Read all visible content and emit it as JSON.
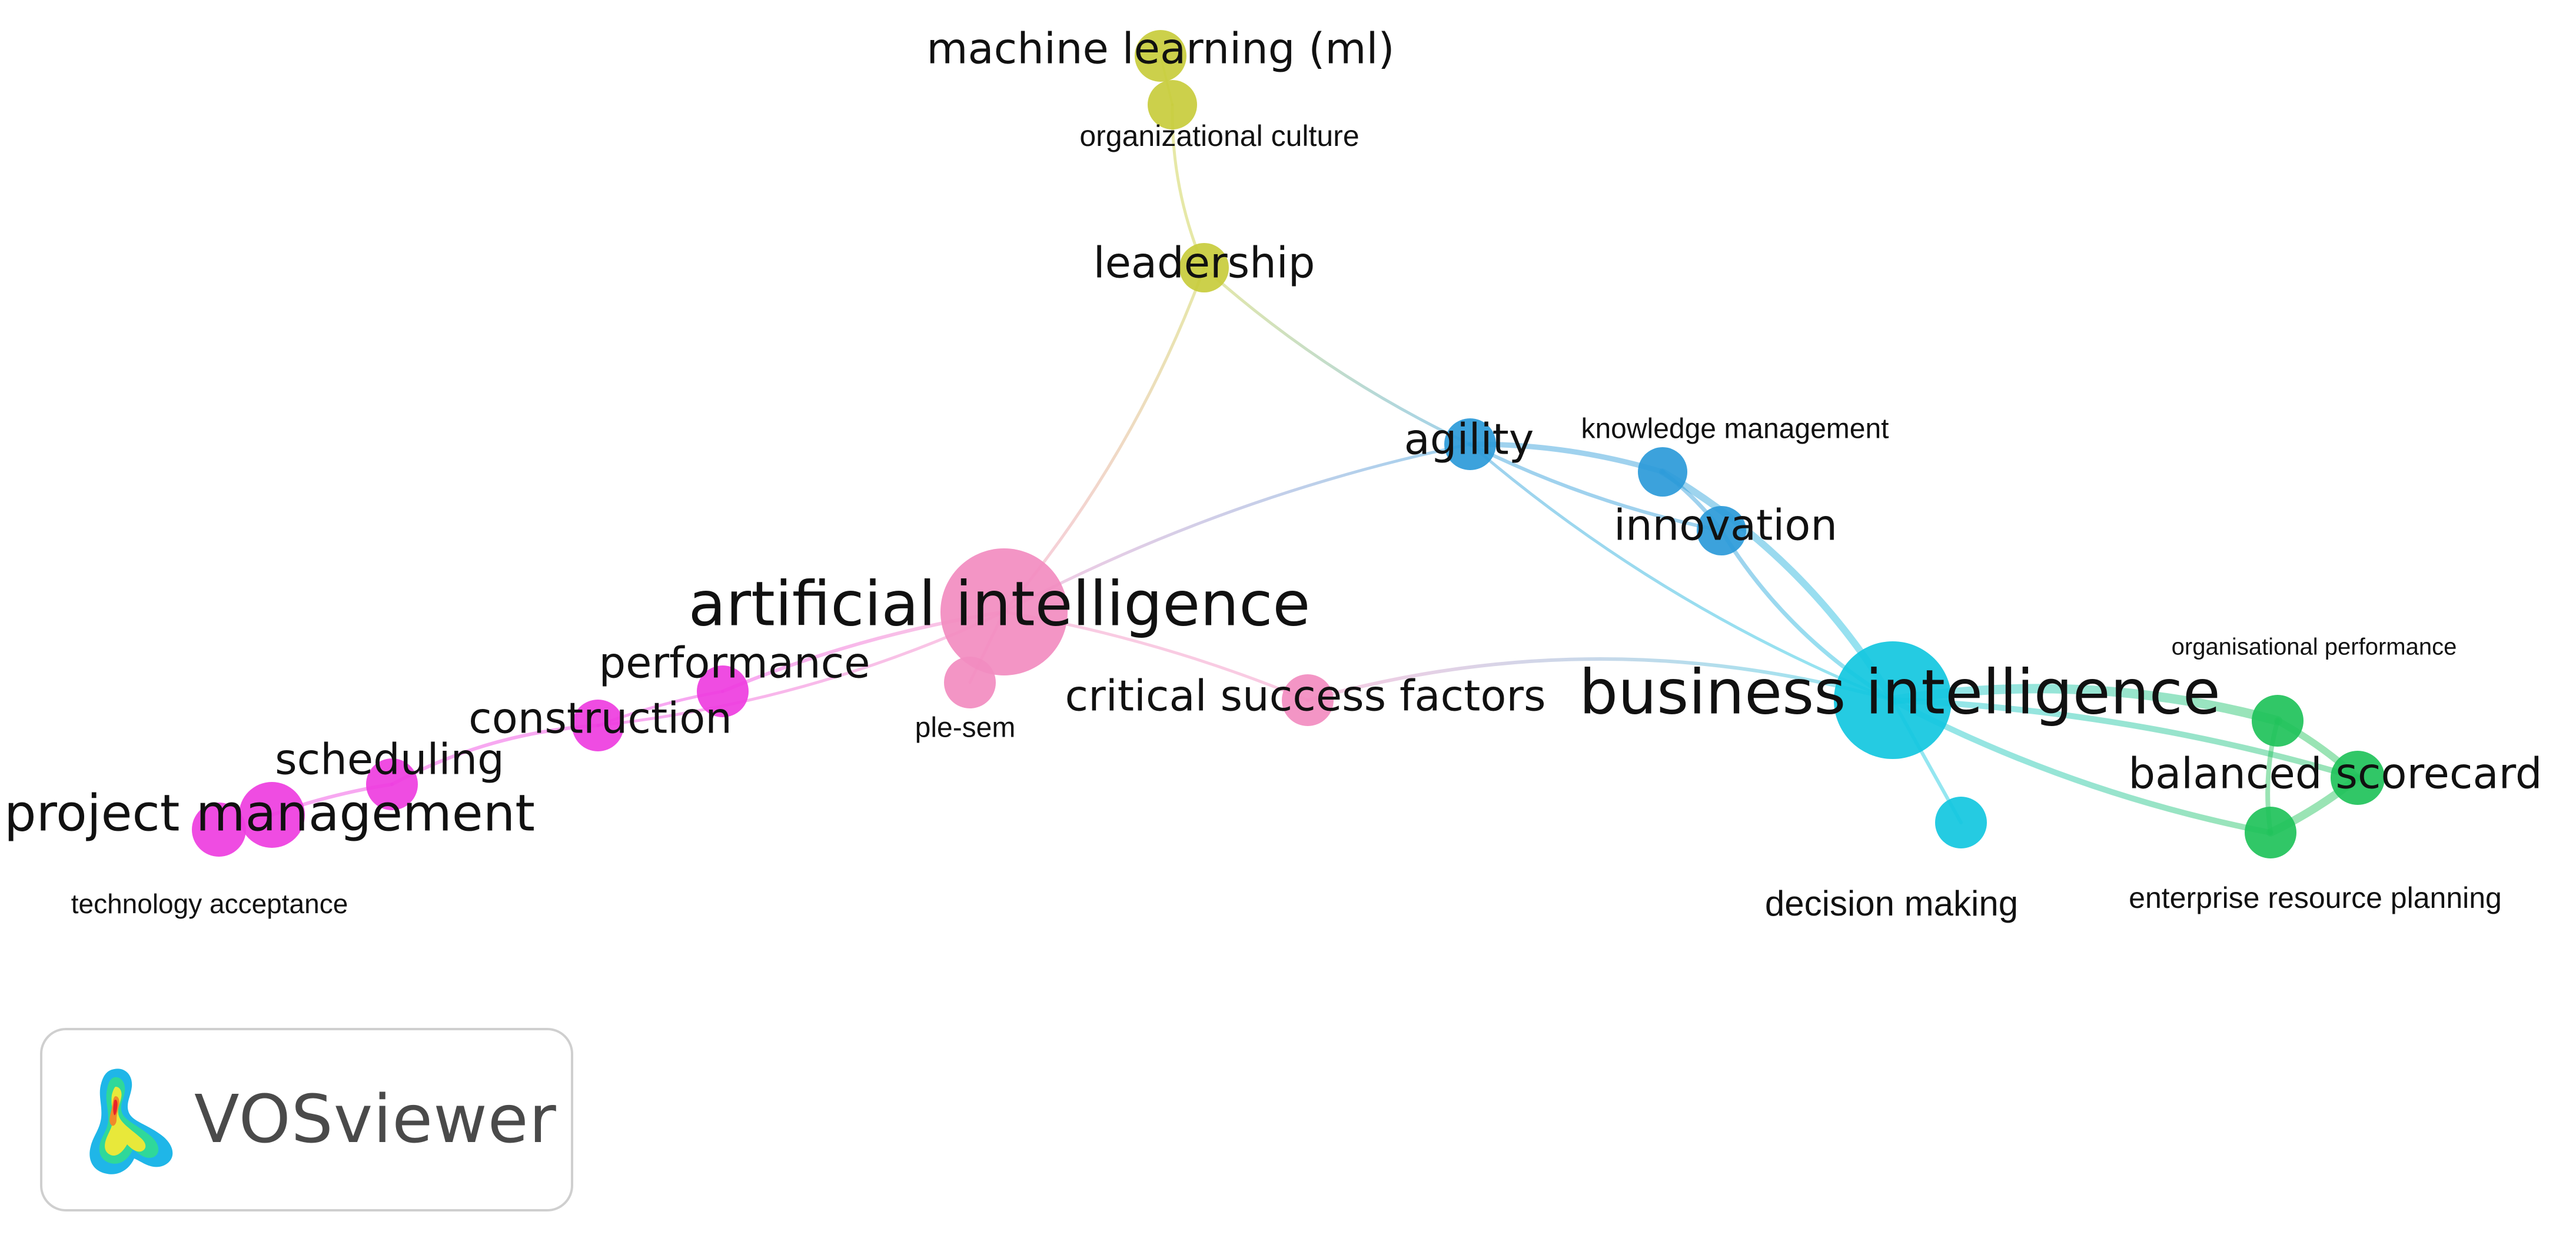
{
  "app_name": "VOSviewer",
  "logo": {
    "icon": "vosviewer-density-logo-icon",
    "text": "VOSviewer"
  },
  "clusters": {
    "pink": "#f28cc0",
    "magenta": "#ee3de0",
    "yellow": "#c8cc3c",
    "blue": "#2b9ad9",
    "cyan": "#12c7df",
    "green": "#1fc25a"
  },
  "nodes": [
    {
      "id": "ml",
      "label": "machine learning (ml)",
      "cluster": "yellow"
    },
    {
      "id": "oc",
      "label": "organizational culture",
      "cluster": "yellow"
    },
    {
      "id": "lead",
      "label": "leadership",
      "cluster": "yellow"
    },
    {
      "id": "agil",
      "label": "agility",
      "cluster": "blue"
    },
    {
      "id": "km",
      "label": "knowledge management",
      "cluster": "blue"
    },
    {
      "id": "innov",
      "label": "innovation",
      "cluster": "blue"
    },
    {
      "id": "ai",
      "label": "artificial intelligence",
      "cluster": "pink"
    },
    {
      "id": "plesem",
      "label": "ple-sem",
      "cluster": "pink"
    },
    {
      "id": "csf",
      "label": "critical success factors",
      "cluster": "pink"
    },
    {
      "id": "perf",
      "label": "performance",
      "cluster": "magenta"
    },
    {
      "id": "constr",
      "label": "construction",
      "cluster": "magenta"
    },
    {
      "id": "sched",
      "label": "scheduling",
      "cluster": "magenta"
    },
    {
      "id": "pm",
      "label": "project management",
      "cluster": "magenta"
    },
    {
      "id": "ta",
      "label": "technology acceptance",
      "cluster": "magenta"
    },
    {
      "id": "bi",
      "label": "business intelligence",
      "cluster": "cyan"
    },
    {
      "id": "dm",
      "label": "decision making",
      "cluster": "cyan"
    },
    {
      "id": "op",
      "label": "organisational performance",
      "cluster": "green"
    },
    {
      "id": "bsc",
      "label": "balanced scorecard",
      "cluster": "green"
    },
    {
      "id": "erp",
      "label": "enterprise resource planning",
      "cluster": "green"
    }
  ],
  "links": [
    {
      "source": "ml",
      "target": "oc"
    },
    {
      "source": "oc",
      "target": "lead"
    },
    {
      "source": "lead",
      "target": "ai"
    },
    {
      "source": "lead",
      "target": "agil"
    },
    {
      "source": "agil",
      "target": "ai"
    },
    {
      "source": "agil",
      "target": "km"
    },
    {
      "source": "agil",
      "target": "innov"
    },
    {
      "source": "agil",
      "target": "bi"
    },
    {
      "source": "km",
      "target": "innov"
    },
    {
      "source": "km",
      "target": "bi"
    },
    {
      "source": "innov",
      "target": "bi"
    },
    {
      "source": "ai",
      "target": "plesem"
    },
    {
      "source": "ai",
      "target": "csf"
    },
    {
      "source": "ai",
      "target": "perf"
    },
    {
      "source": "ai",
      "target": "constr"
    },
    {
      "source": "perf",
      "target": "constr"
    },
    {
      "source": "constr",
      "target": "sched"
    },
    {
      "source": "sched",
      "target": "pm"
    },
    {
      "source": "csf",
      "target": "bi"
    },
    {
      "source": "bi",
      "target": "dm"
    },
    {
      "source": "bi",
      "target": "op"
    },
    {
      "source": "bi",
      "target": "bsc"
    },
    {
      "source": "bi",
      "target": "erp"
    },
    {
      "source": "op",
      "target": "bsc"
    },
    {
      "source": "bsc",
      "target": "erp"
    },
    {
      "source": "op",
      "target": "erp"
    }
  ]
}
